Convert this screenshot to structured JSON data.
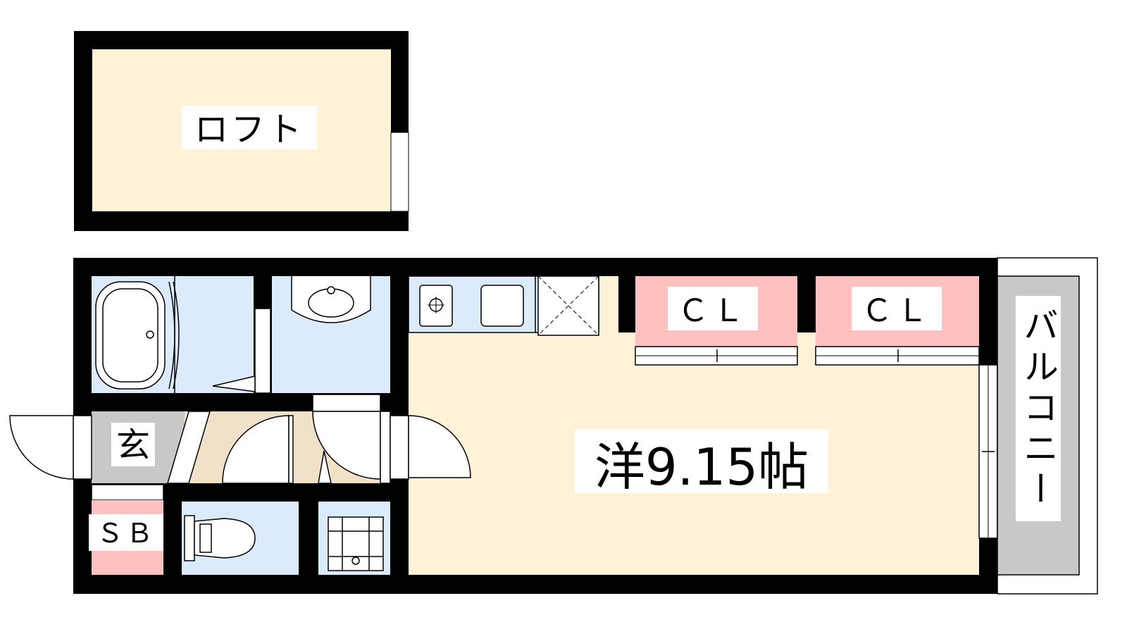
{
  "labels": {
    "loft": "ロフト",
    "main_room": "洋9.15帖",
    "closet_1": "ＣＬ",
    "closet_2": "ＣＬ",
    "balcony": "バルコニー",
    "entrance": "玄",
    "shoe_box": "ＳＢ"
  },
  "colors": {
    "wall": "#000000",
    "room_floor": "#fff2d6",
    "wet_area": "#dcebfb",
    "closet": "#ffc0c0",
    "balcony": "#c8c8c8",
    "entrance": "#c8c8c8",
    "corridor": "#f1e1c9"
  }
}
